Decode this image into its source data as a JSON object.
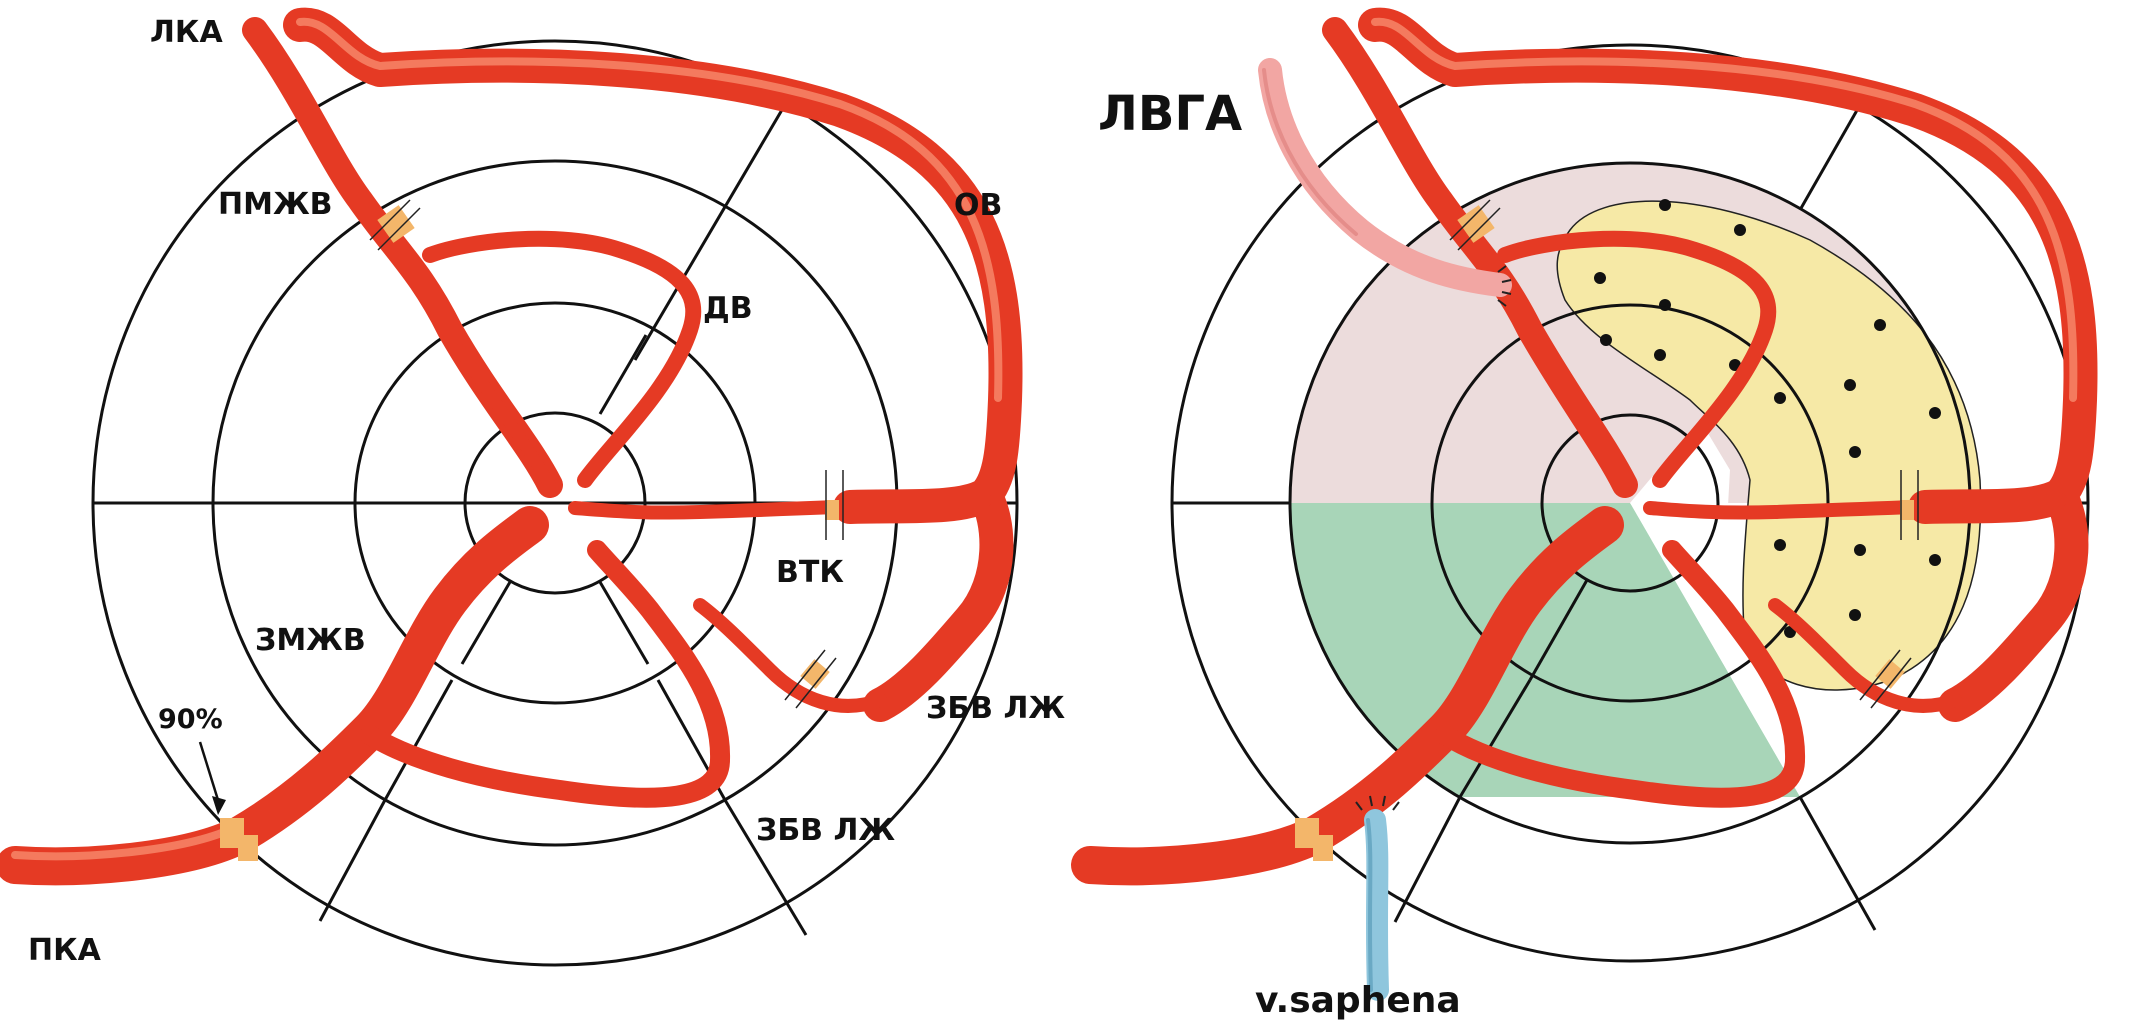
{
  "colors": {
    "vessel": "#e53a24",
    "vessel_dark": "#b8200f",
    "vessel_light": "#f47a5e",
    "stenosis": "#f3b66a",
    "lvga_graft": "#f2a6a3",
    "saphena_graft": "#8fc6dd",
    "lad_territory": "#ecdcdc",
    "rca_territory": "#a8d5b8",
    "infarct_zone": "#f6e9a6",
    "ring_stroke": "#111111"
  },
  "left_diagram": {
    "labels": {
      "lka": "ЛКА",
      "pmzhv": "ПМЖВ",
      "ov": "ОВ",
      "dv": "ДВ",
      "vtk": "ВТК",
      "zmzhv": "ЗМЖВ",
      "percent": "90%",
      "zbv_lzh_1": "ЗБВ ЛЖ",
      "zbv_lzh_2": "ЗБВ ЛЖ",
      "pka": "ПКА"
    }
  },
  "right_diagram": {
    "labels": {
      "lvga": "ЛВГА",
      "saphena": "v.saphena"
    }
  }
}
